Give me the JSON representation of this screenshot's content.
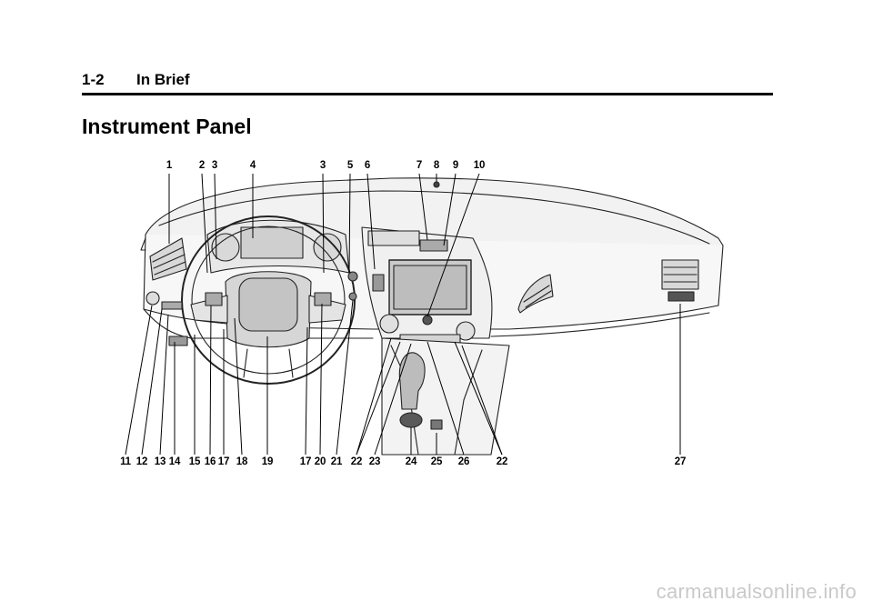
{
  "header": {
    "page_number": "1-2",
    "section": "In Brief"
  },
  "title": "Instrument Panel",
  "callouts_top": [
    "1",
    "2",
    "3",
    "4",
    "3",
    "5",
    "6",
    "7",
    "8",
    "9",
    "10"
  ],
  "callouts_bottom": [
    "11",
    "12",
    "13",
    "14",
    "15",
    "16",
    "17",
    "18",
    "19",
    "17",
    "20",
    "21",
    "22",
    "23",
    "24",
    "25",
    "26",
    "22",
    "27"
  ],
  "watermark": "carmanualsonline.info"
}
